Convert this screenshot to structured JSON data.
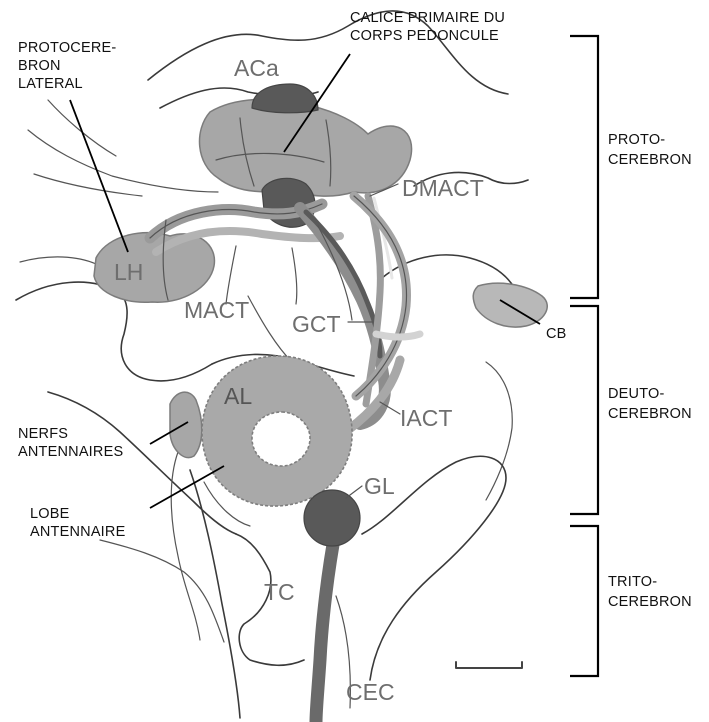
{
  "structures": {
    "aca": "ACa",
    "dmact": "DMACT",
    "lh": "LH",
    "mact": "MACT",
    "gct": "GCT",
    "al": "AL",
    "iact": "IACT",
    "gl": "GL",
    "tc": "TC",
    "cec": "CEC"
  },
  "annotations": {
    "calice": [
      "CALICE PRIMAIRE DU",
      "CORPS PEDONCULE"
    ],
    "protocerebron_lateral": [
      "PROTOCERE-",
      "BRON",
      "LATERAL"
    ],
    "cb": "CB",
    "nerfs": [
      "NERFS",
      "ANTENNAIRES"
    ],
    "lobe": [
      "LOBE",
      "ANTENNAIRE"
    ]
  },
  "brain_regions": {
    "proto": [
      "PROTO-",
      "CEREBRON"
    ],
    "deuto": [
      "DEUTO-",
      "CEREBRON"
    ],
    "trito": [
      "TRITO-",
      "CEREBRON"
    ]
  },
  "colors": {
    "neuropil": "#a7a7a7",
    "dark_neuropil": "#595959",
    "outline": "#3a3a3a",
    "label_gray": "#6e6e6e",
    "annotation": "#111111"
  }
}
